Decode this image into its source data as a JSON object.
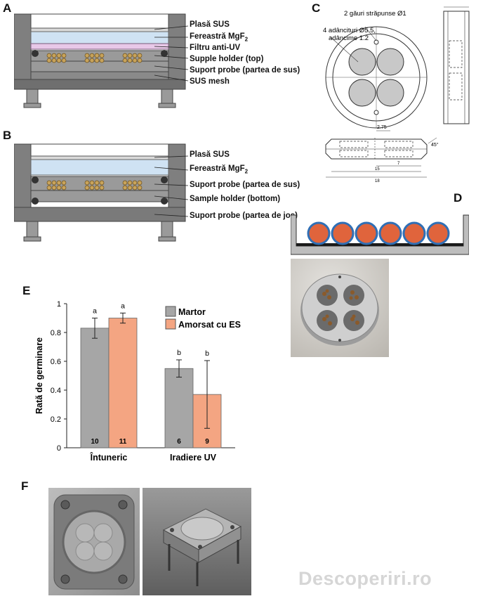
{
  "panels": {
    "a": {
      "letter": "A",
      "labels": [
        {
          "text": "Plasă SUS",
          "sub": ""
        },
        {
          "text": "Fereastră MgF",
          "sub": "2"
        },
        {
          "text": "Filtru anti-UV",
          "sub": ""
        },
        {
          "text": "Supple holder (top)",
          "sub": ""
        },
        {
          "text": "Suport probe (partea de sus)",
          "sub": ""
        },
        {
          "text": "SUS mesh",
          "sub": ""
        }
      ]
    },
    "b": {
      "letter": "B",
      "labels": [
        {
          "text": "Plasă SUS",
          "sub": ""
        },
        {
          "text": "Fereastră MgF",
          "sub": "2"
        },
        {
          "text": "Suport probe (partea de sus)",
          "sub": ""
        },
        {
          "text": "Sample holder (bottom)",
          "sub": ""
        },
        {
          "text": "Suport probe (partea de jos)",
          "sub": ""
        }
      ]
    },
    "c": {
      "letter": "C",
      "annotations": {
        "holes": "2 găuri străpunse Ø1",
        "recess_line1": "4 adâncituri Ø5.5,",
        "recess_line2": "adâncime 1.2",
        "dim": "2.75",
        "angle": "45°",
        "dim_small": "7",
        "dim_mid": "15",
        "dim_total": "18"
      }
    },
    "d": {
      "letter": "D"
    },
    "e": {
      "letter": "E"
    },
    "f": {
      "letter": "F"
    }
  },
  "chart_data": {
    "type": "bar",
    "ylabel": "Rată de germinare",
    "ylim": [
      0,
      1
    ],
    "yticks": [
      "0",
      "0.2",
      "0.4",
      "0.6",
      "0.8",
      "1"
    ],
    "categories": [
      "Întuneric",
      "Iradiere UV"
    ],
    "series": [
      {
        "name": "Martor",
        "color": "#a6a6a6",
        "values": [
          0.83,
          0.55
        ],
        "errors": [
          0.07,
          0.06
        ],
        "letters": [
          "a",
          "b"
        ],
        "n": [
          "10",
          "6"
        ]
      },
      {
        "name": "Amorsat cu ES",
        "color": "#f4a582",
        "values": [
          0.9,
          0.37
        ],
        "errors": [
          0.035,
          0.235
        ],
        "letters": [
          "a",
          "b"
        ],
        "n": [
          "11",
          "9"
        ]
      }
    ],
    "legend_position": "top-right"
  },
  "watermark": "Descoperiri.ro"
}
